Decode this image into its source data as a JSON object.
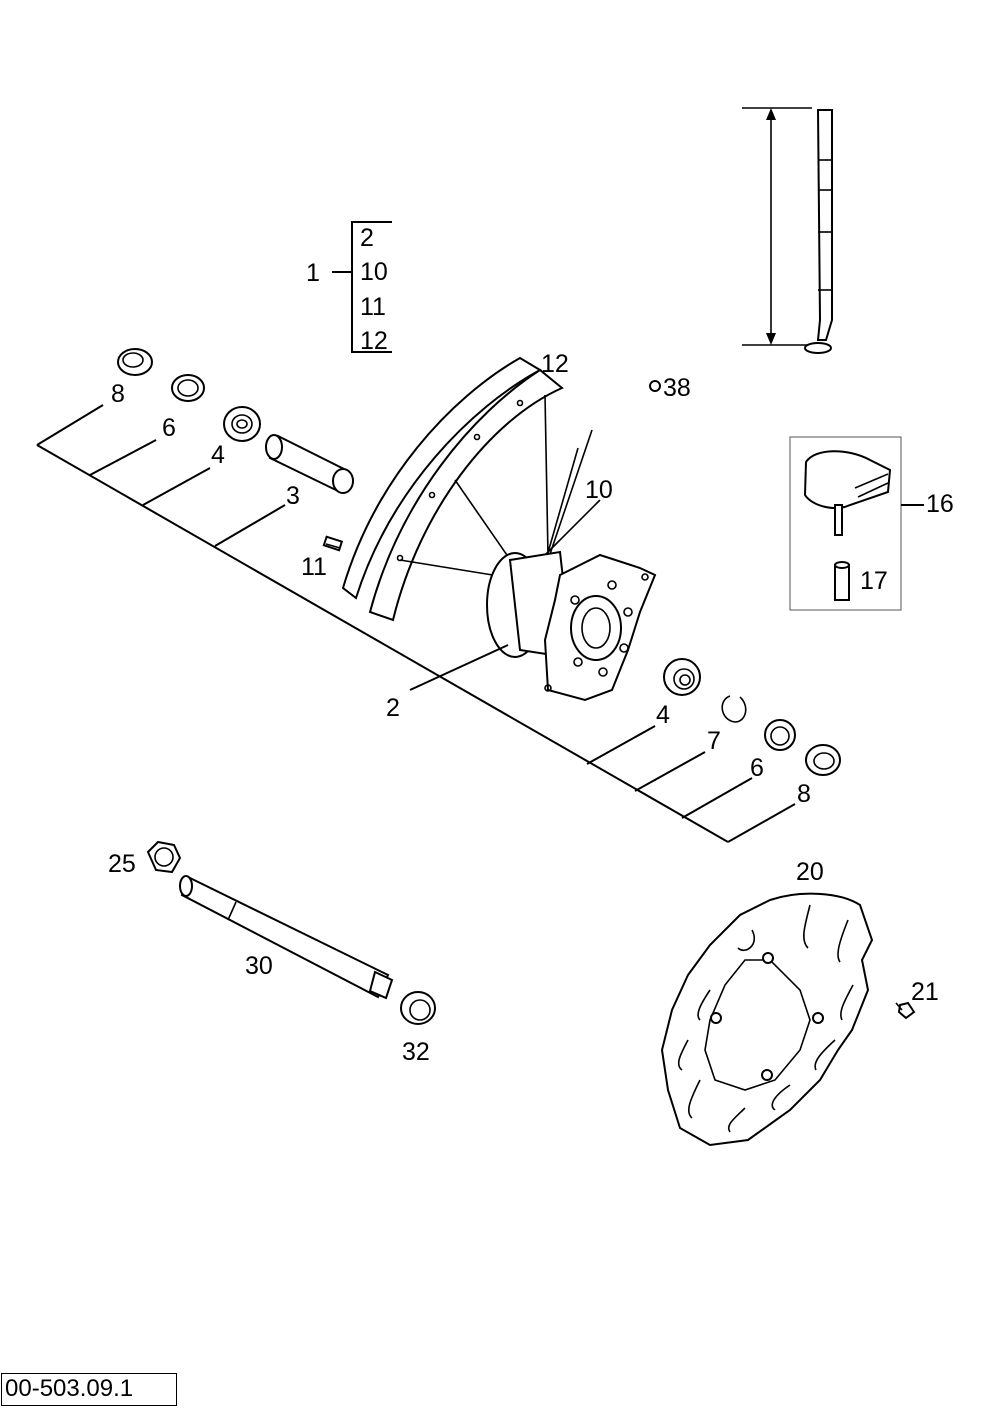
{
  "group": {
    "main": "1",
    "members": [
      "2",
      "10",
      "11",
      "12"
    ]
  },
  "labels": {
    "p2": "2",
    "p3": "3",
    "p4_left": "4",
    "p4_right": "4",
    "p6_left": "6",
    "p6_right": "6",
    "p7": "7",
    "p8_left": "8",
    "p8_right": "8",
    "p10": "10",
    "p11": "11",
    "p12": "12",
    "p16": "16",
    "p17": "17",
    "p20": "20",
    "p21": "21",
    "p25": "25",
    "p30": "30",
    "p32": "32",
    "p38": "38"
  },
  "doc_code": "00-503.09.1"
}
